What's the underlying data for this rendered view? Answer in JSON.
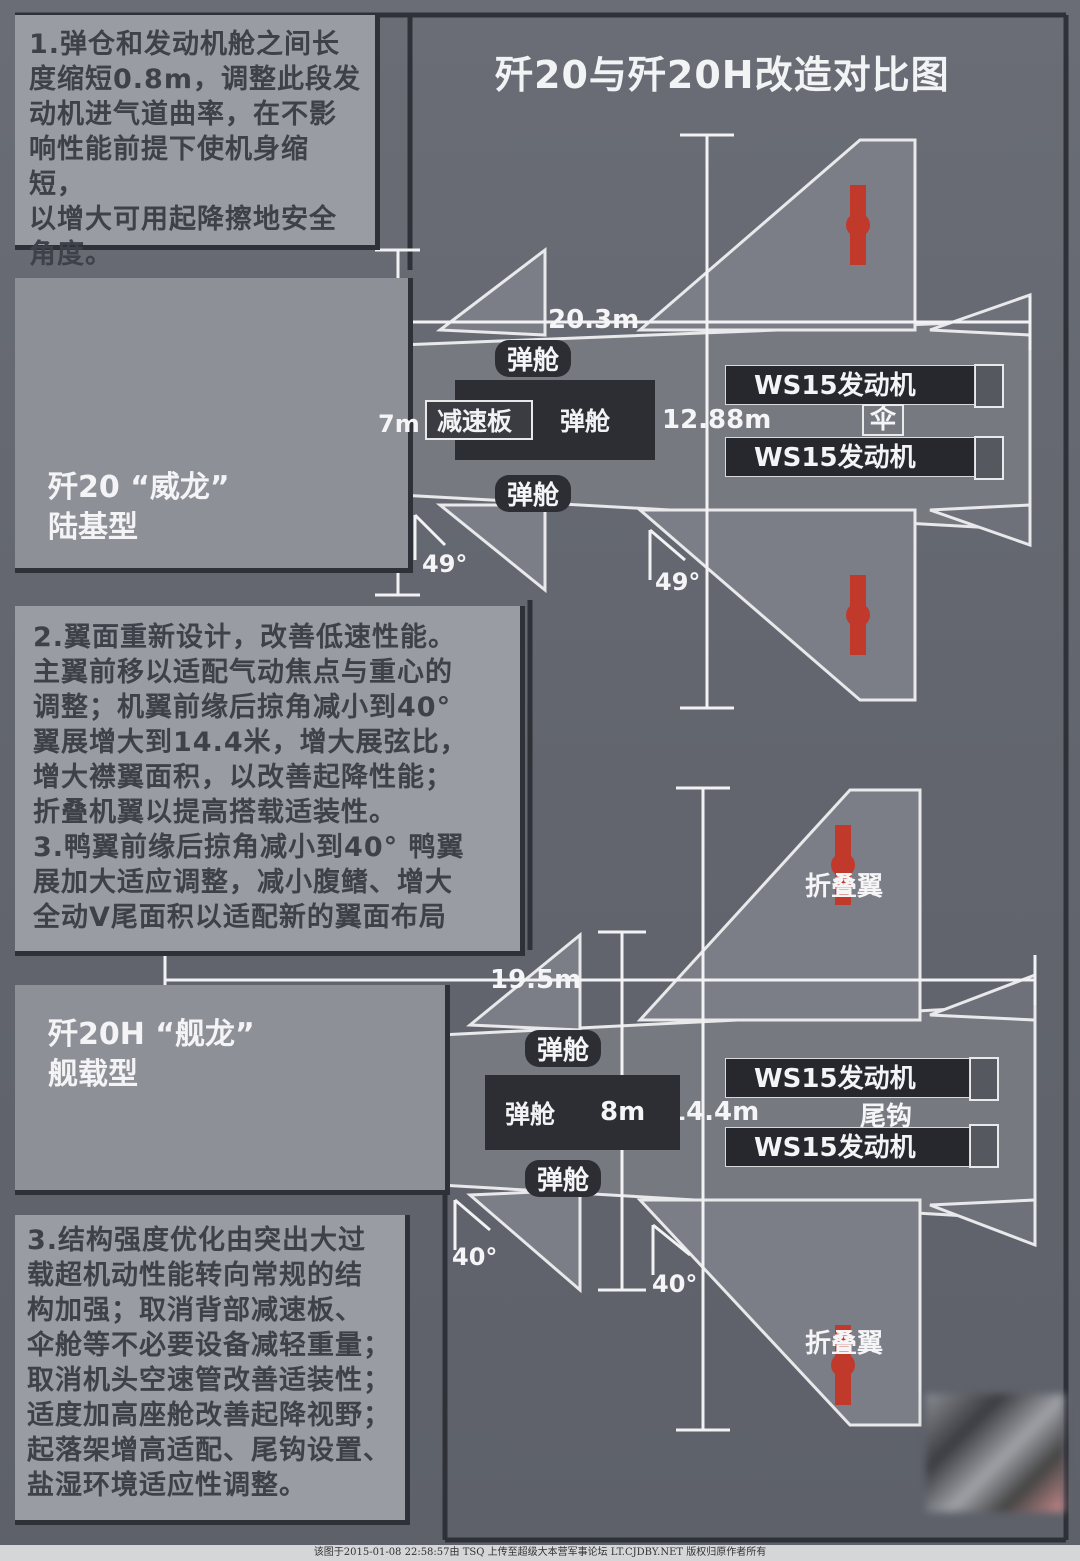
{
  "title": "歼20与歼20H改造对比图",
  "notes": {
    "note1": "1.弹仓和发动机舱之间长\n度缩短0.8m，调整此段发\n动机进气道曲率，在不影\n响性能前提下使机身缩短，\n以增大可用起降擦地安全\n角度。",
    "note2": "2.翼面重新设计，改善低速性能。\n主翼前移以适配气动焦点与重心的\n调整；机翼前缘后掠角减小到40°\n翼展增大到14.4米，增大展弦比，\n增大襟翼面积，以改善起降性能；\n折叠机翼以提高搭载适装性。\n3.鸭翼前缘后掠角减小到40° 鸭翼\n展加大适应调整，减小腹鳍、增大\n全动V尾面积以适配新的翼面布局",
    "note3": "3.结构强度优化由突出大过\n载超机动性能转向常规的结\n构加强；取消背部减速板、\n伞舱等不必要设备减轻重量；\n取消机头空速管改善适装性；\n适度加高座舱改善起降视野；\n起落架增高适配、尾钩设置、\n盐湿环境适应性调整。"
  },
  "j20": {
    "model_label": "歼20 “威龙”\n陆基型",
    "length": "20.3m",
    "span": "12.88m",
    "bay_width": "7m",
    "airbrake": "减速板",
    "bay_center": "弹舱",
    "bay_upper": "弹舱",
    "bay_lower": "弹舱",
    "engine_top": "WS15发动机",
    "engine_bottom": "WS15发动机",
    "chute": "伞",
    "canard_angle": "49°",
    "wing_angle": "49°"
  },
  "j20h": {
    "model_label": "歼20H “舰龙”\n舰载型",
    "length": "19.5m",
    "span": "14.4m",
    "bay_width": "8m",
    "bay_center": "弹舱",
    "bay_upper": "弹舱",
    "bay_lower": "弹舱",
    "engine_top": "WS15发动机",
    "engine_bottom": "WS15发动机",
    "tailhook": "尾钩",
    "fold_top": "折叠翼",
    "fold_bottom": "折叠翼",
    "canard_angle": "40°",
    "wing_angle": "40°"
  },
  "footer": "该图于2015-01-08 22:58:57由 TSQ 上传至超级大本营军事论坛 LT.CJDBY.NET 版权归原作者所有",
  "colors": {
    "background": "#62656e",
    "panel": "#9a9ca3",
    "aircraft": "#7b7e86",
    "roundel_red": "#c0392b"
  }
}
